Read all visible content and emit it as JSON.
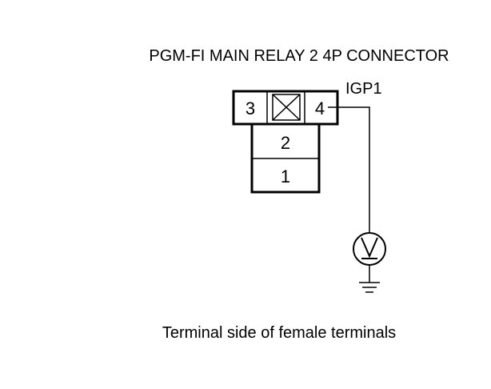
{
  "diagram": {
    "title": "PGM-FI MAIN RELAY 2 4P CONNECTOR",
    "connector": {
      "terminals": [
        {
          "number": "3"
        },
        {
          "number": "4"
        },
        {
          "number": "2"
        },
        {
          "number": "1"
        }
      ]
    },
    "wire_label": "IGP1",
    "caption": "Terminal side of female terminals",
    "meter_icon": "voltmeter-icon",
    "ground_icon": "ground-icon",
    "colors": {
      "line": "#000000",
      "background": "#ffffff"
    }
  }
}
